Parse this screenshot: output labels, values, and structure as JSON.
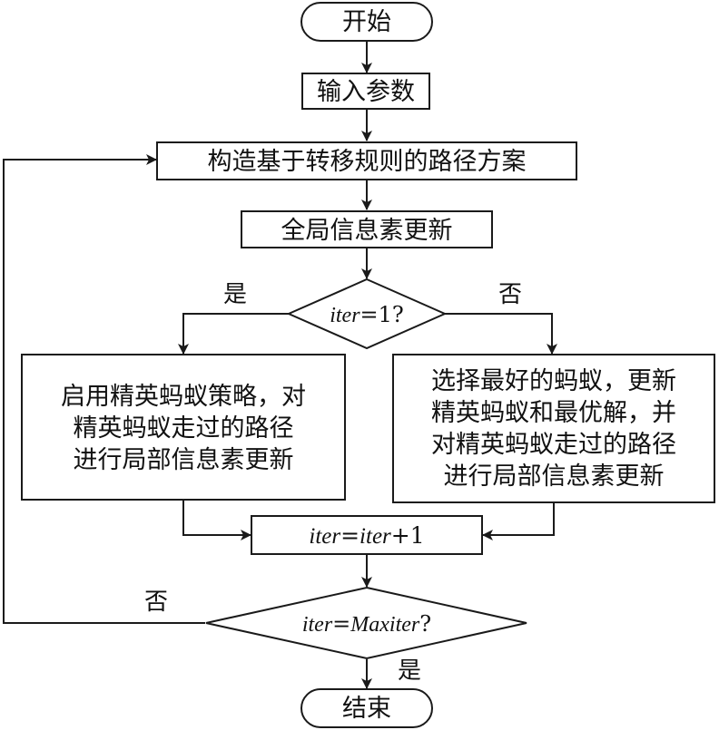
{
  "nodes": {
    "start": "开始",
    "input": "输入参数",
    "construct": "构造基于转移规则的路径方案",
    "global_update": "全局信息素更新",
    "cond_iter": {
      "var": "iter",
      "rest": "=1?"
    },
    "elite_left": [
      "启用精英蚂蚁策略，对",
      "精英蚂蚁走过的路径",
      "进行局部信息素更新"
    ],
    "elite_right": [
      "选择最好的蚂蚁，更新",
      "精英蚂蚁和最优解，并",
      "对精英蚂蚁走过的路径",
      "进行局部信息素更新"
    ],
    "increment": {
      "lhs": "iter",
      "eq": "=",
      "rhs": "iter",
      "tail": "+1"
    },
    "cond_max": {
      "lhs": "iter",
      "eq": "=",
      "rhs": "Maxiter",
      "tail": "?"
    },
    "end": "结束"
  },
  "labels": {
    "yes_1": "是",
    "no_1": "否",
    "no_2": "否",
    "yes_2": "是"
  }
}
